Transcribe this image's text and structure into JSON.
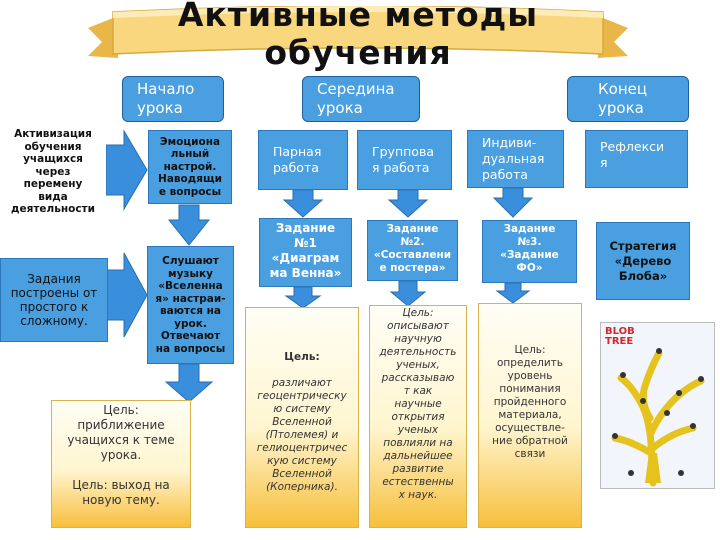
{
  "title": "Активные методы\nобучения",
  "phases": {
    "start": "Начало\nурока",
    "middle": "Середина\nурока",
    "end": "Конец\nурока"
  },
  "left": {
    "activation": "Активизация\nобучения\nучащихся\nчерез\nперемену\nвида\nдеятельности",
    "tasks": "Задания\nпостроены от\nпростого к\nсложному."
  },
  "start_col": {
    "emotional": "Эмоциона\nльный\nнастрой.\nНаводящи\nе вопросы",
    "listen": "Слушают\nмузыку\n«Вселенна\nя» настраи-\nваются на\nурок.\nОтвечают\nна вопросы",
    "goal": "Цель:\nприближение\nучащихся к теме\nурока.\n\nЦель: выход на\nновую тему."
  },
  "middle_col": {
    "pair_work": "Парная\nработа",
    "group_work": "Группова\nя работа",
    "individual_work": "Индиви-\nдуальная\nработа",
    "task1": "Задание\n№1\n«Диаграм\nма Венна»",
    "task2": "Задание\n№2.\n«Составлени\nе постера»",
    "task3": "Задание\n№3.\n«Задание\nФО»",
    "goal1_label": "Цель:",
    "goal1_text": "различают\nгеоцентрическу\nю систему\nВселенной\n(Птолемея) и\nгелиоцентричес\nкую систему\nВселенной\n(Коперника).",
    "goal2": "Цель:\nописывают\nнаучную\nдеятельность\nученых,\nрассказываю\nт как\nнаучные\nоткрытия\nученых\nповлияли на\nдальнейшее\nразвитие\nестественны\nх наук.",
    "goal3": "Цель:\nопределить\nуровень\nпонимания\nпройденного\nматериала,\nосуществле-\nние обратной\nсвязи"
  },
  "end_col": {
    "reflection": "Рефлекси\nя",
    "strategy": "Стратегия\n«Дерево\nБлоба»",
    "picture_text": "BLOB\nTREE"
  },
  "colors": {
    "box_blue": "#4a9fe0",
    "arrow_blue": "#3a8fdc",
    "ribbon": "#f9d77e",
    "ribbon_dark": "#e9b64a"
  }
}
